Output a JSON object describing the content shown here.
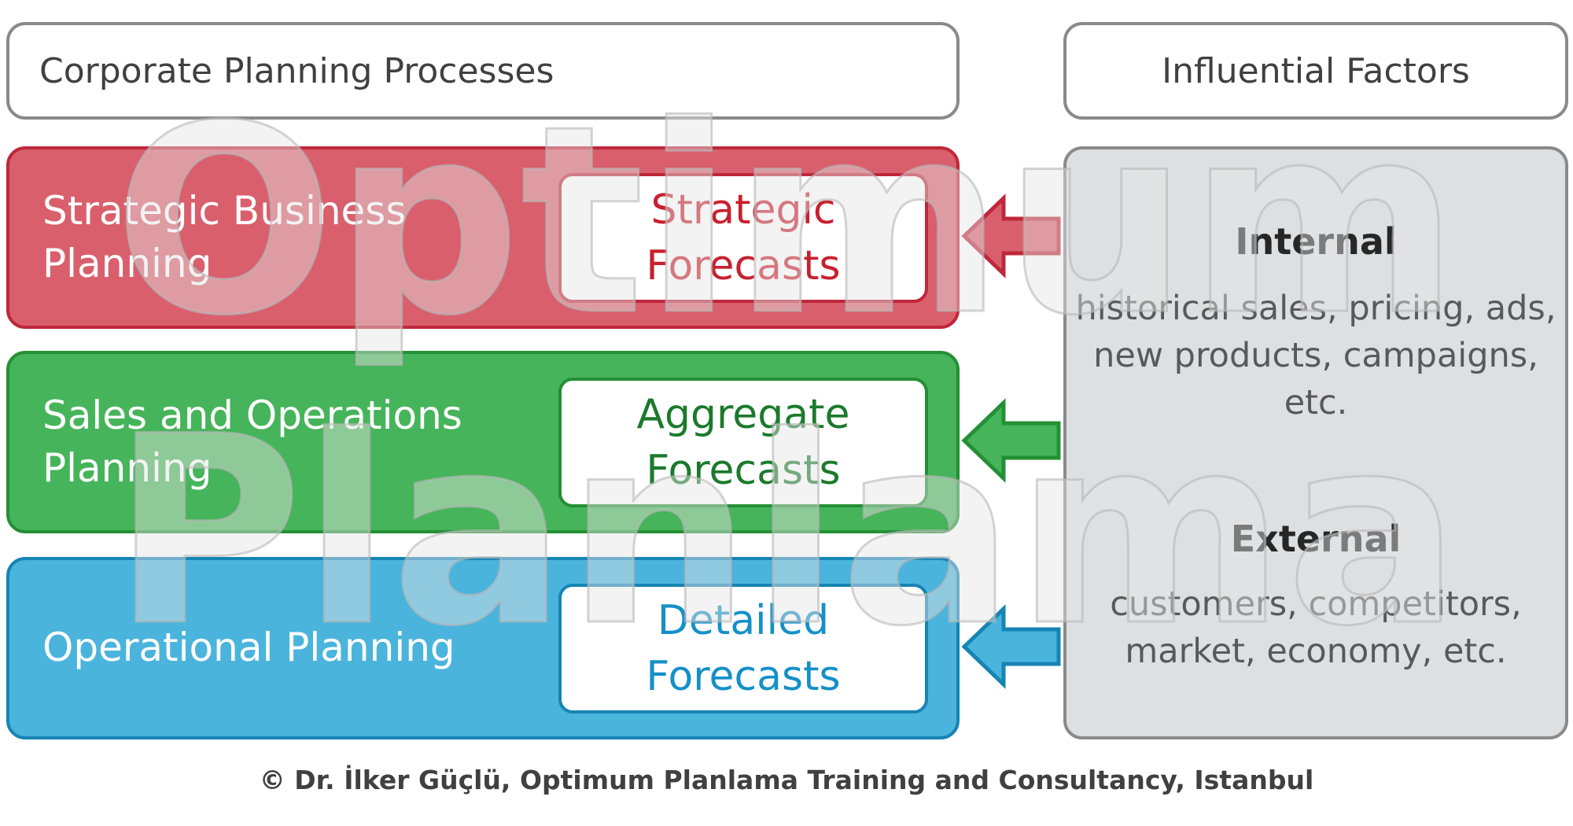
{
  "headers": {
    "left": "Corporate Planning Processes",
    "right": "Influential Factors"
  },
  "levels": [
    {
      "process": "Strategic Business Planning",
      "forecast_line1": "Strategic",
      "forecast_line2": "Forecasts"
    },
    {
      "process": "Sales and Operations Planning",
      "forecast_line1": "Aggregate",
      "forecast_line2": "Forecasts"
    },
    {
      "process": "Operational Planning",
      "forecast_line1": "Detailed",
      "forecast_line2": "Forecasts"
    }
  ],
  "factors": {
    "internal": {
      "title": "Internal",
      "description": "historical sales, pricing, ads, new products, campaigns, etc."
    },
    "external": {
      "title": "External",
      "description": "customers, competitors, market, economy, etc."
    }
  },
  "watermark": {
    "word1": "Optimum",
    "word2": "Planlama"
  },
  "copyright": "© Dr. İlker Güçlü, Optimum Planlama Training and Consultancy, Istanbul",
  "colors": {
    "strategic_fill": "#d95f6c",
    "strategic_border": "#c0273a",
    "strategic_text": "#c8202f",
    "sales_fill": "#46b45a",
    "sales_border": "#249035",
    "sales_text": "#1b7a2b",
    "operational_fill": "#4ab4dd",
    "operational_border": "#1684b4",
    "operational_text": "#1490c8",
    "panel_fill": "#dde0e2",
    "panel_border": "#8a8a8a"
  }
}
